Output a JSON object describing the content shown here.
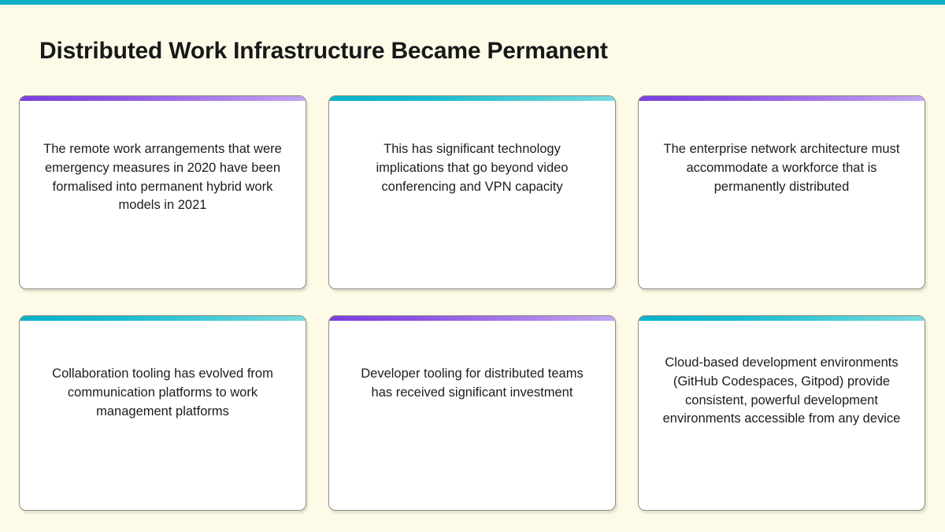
{
  "slide": {
    "title": "Distributed Work Infrastructure Became Permanent",
    "background_color": "#fdfbe7",
    "top_accent_color": "#0fb0c4",
    "title_color": "#17181a"
  },
  "accent_colors": {
    "purple_start": "#7b3ee0",
    "purple_end": "#c3a6ef",
    "teal_start": "#07b3c9",
    "teal_end": "#79dbe0"
  },
  "cards": [
    {
      "accent": "purple",
      "text": "The remote work arrangements that were emergency measures in 2020 have been formalised into permanent hybrid work models in 2021"
    },
    {
      "accent": "teal",
      "text": "This has significant technology implications that go beyond video conferencing and VPN capacity"
    },
    {
      "accent": "purple",
      "text": "The enterprise network architecture must accommodate a workforce that is permanently distributed"
    },
    {
      "accent": "teal",
      "text": "Collaboration tooling has evolved from communication platforms to work management platforms"
    },
    {
      "accent": "purple",
      "text": "Developer tooling for distributed teams has received significant investment"
    },
    {
      "accent": "teal",
      "text": "Cloud-based development environments (GitHub Codespaces, Gitpod) provide consistent, powerful development environments accessible from any device"
    }
  ]
}
